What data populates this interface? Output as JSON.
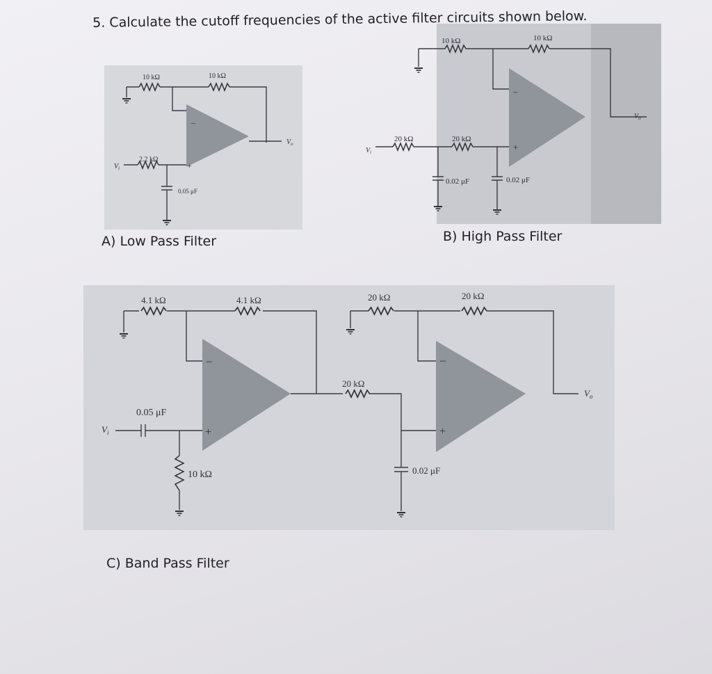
{
  "question": {
    "number": "5.",
    "text": "Calculate the cutoff frequencies of the active filter circuits shown below."
  },
  "circuit_a": {
    "caption": "A) Low Pass Filter",
    "r_ground": "10 kΩ",
    "r_feedback": "10 kΩ",
    "r_input": "2.2 kΩ",
    "capacitor": "0.05 μF",
    "input": "V",
    "input_sub": "i",
    "output": "V",
    "output_sub": "o",
    "minus": "–",
    "plus": "+"
  },
  "circuit_b": {
    "caption": "B) High Pass Filter",
    "r_ground": "10 kΩ",
    "r_feedback": "10 kΩ",
    "r1": "20 kΩ",
    "r2": "20 kΩ",
    "c1": "0.02 μF",
    "c2": "0.02 μF",
    "input": "V",
    "input_sub": "i",
    "output": "V",
    "output_sub": "o",
    "minus": "–",
    "plus": "+"
  },
  "circuit_c": {
    "caption": "C) Band Pass Filter",
    "stage1_r_ground": "4.1 kΩ",
    "stage1_r_feedback": "4.1 kΩ",
    "stage1_capacitor": "0.05 μF",
    "stage1_r_shunt": "10 kΩ",
    "stage2_r_ground": "20 kΩ",
    "stage2_r_feedback": "20 kΩ",
    "stage2_r_series": "20 kΩ",
    "stage2_capacitor": "0.02 μF",
    "input": "V",
    "input_sub": "i",
    "output": "V",
    "output_sub": "o",
    "minus": "–",
    "plus": "+"
  },
  "colors": {
    "paper": "#ecebef",
    "figure_bg": "#dcdde1",
    "opamp": "#8f959a",
    "ink": "#1f1f27"
  }
}
